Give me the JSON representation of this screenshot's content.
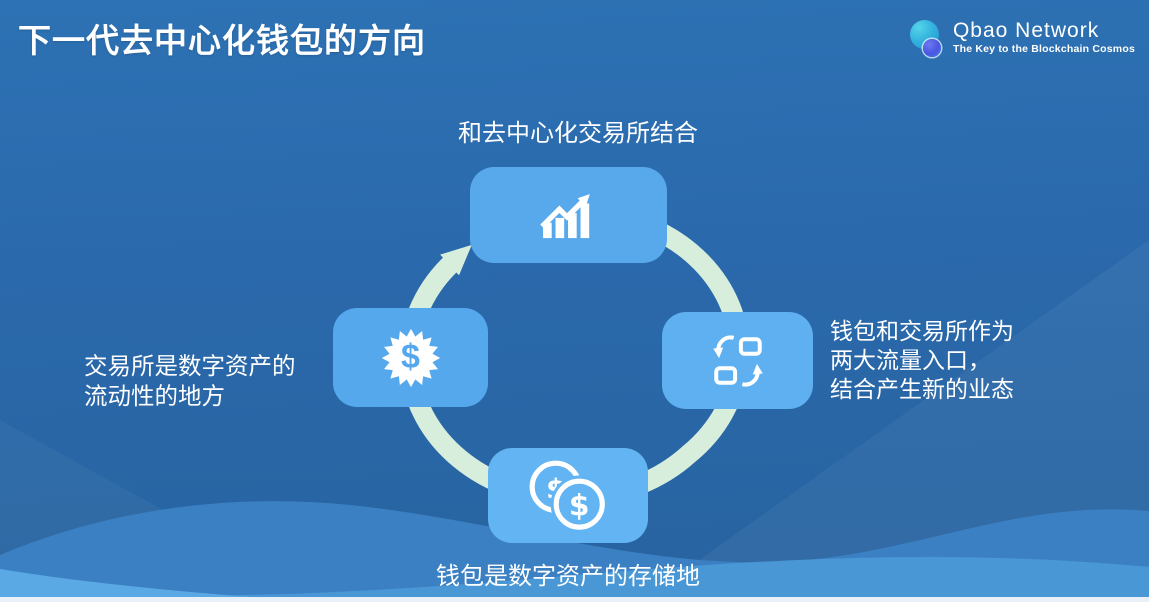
{
  "slide": {
    "title": "下一代去中心化钱包的方向"
  },
  "logo": {
    "name": "Qbao Network",
    "tagline": "The Key to the Blockchain Cosmos"
  },
  "diagram": {
    "type": "cycle",
    "flow_direction": "clockwise",
    "top": {
      "icon": "bar-chart-growth-icon",
      "label": "和去中心化交易所结合"
    },
    "right": {
      "icon": "swap-exchange-icon",
      "lines": [
        "钱包和交易所作为",
        "两大流量入口，",
        "结合产生新的业态"
      ]
    },
    "bottom": {
      "icon": "dollar-coins-icon",
      "label": "钱包是数字资产的存储地"
    },
    "left": {
      "icon": "dollar-gear-icon",
      "lines": [
        "交易所是数字资产的",
        "流动性的地方"
      ]
    }
  },
  "colors": {
    "background_top": "#2d72b4",
    "background_bottom": "#27639f",
    "node_blue": "#5badef",
    "ring_mint": "#d8eedd",
    "wave_mid_blue": "#3b80c3",
    "wave_light_blue": "#4b98d6",
    "wave_bright_blue": "#5aa9e4",
    "footer_strip": "#eaf0f7",
    "text": "#ffffff",
    "logo_circle_teal": "#35b4de",
    "logo_circle_violet": "#4a56e2"
  }
}
